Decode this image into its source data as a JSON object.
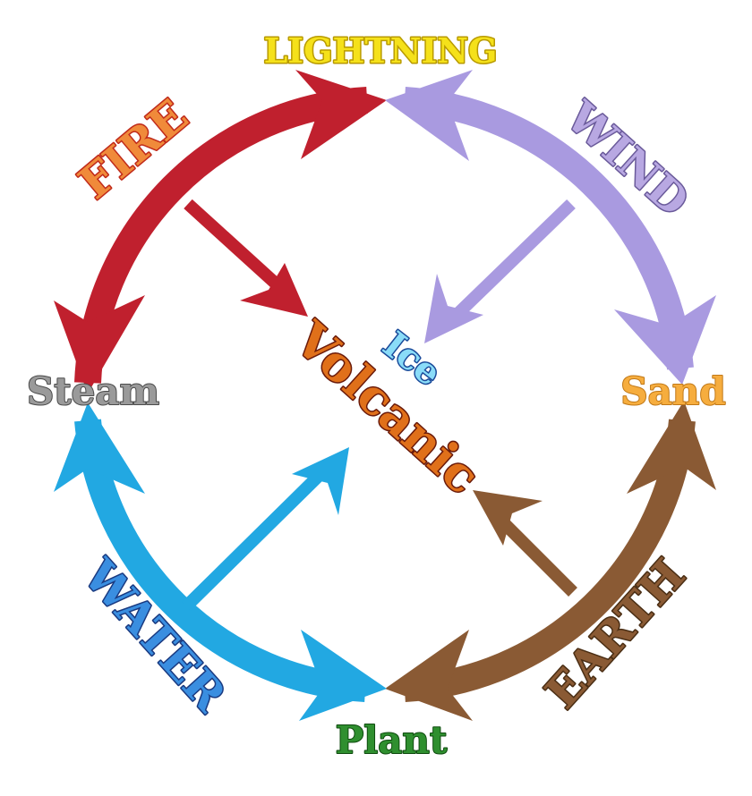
{
  "elements": {
    "lightning": {
      "label": "LIGHTNING",
      "color": "#f5e11a",
      "outline": "#b89a00"
    },
    "wind": {
      "label": "WIND",
      "color": "#b8a8e2",
      "outline": "#6a5a9a"
    },
    "sand": {
      "label": "Sand",
      "color": "#f6ad3e",
      "outline": "#c07818"
    },
    "earth": {
      "label": "EARTH",
      "color": "#8a5a34",
      "outline": "#4a2e14"
    },
    "plant": {
      "label": "Plant",
      "color": "#2f8f2f",
      "outline": "#0e4a0e"
    },
    "water": {
      "label": "WATER",
      "color": "#3a8ee0",
      "outline": "#1a3a80"
    },
    "steam": {
      "label": "Steam",
      "color": "#9a9a9a",
      "outline": "#4a4a4a"
    },
    "fire": {
      "label": "FIRE",
      "color": "#f08a3a",
      "outline": "#c02a1a"
    },
    "volcanic": {
      "label": "Volcanic",
      "color": "#e0701a",
      "outline": "#6a1a0a"
    },
    "ice": {
      "label": "Ice",
      "color": "#8adcf8",
      "outline": "#1a4a9a"
    }
  },
  "arrow_colors": {
    "fire": "#c0202e",
    "wind": "#a99ae0",
    "earth": "#8a5a34",
    "water": "#22a8e2"
  }
}
